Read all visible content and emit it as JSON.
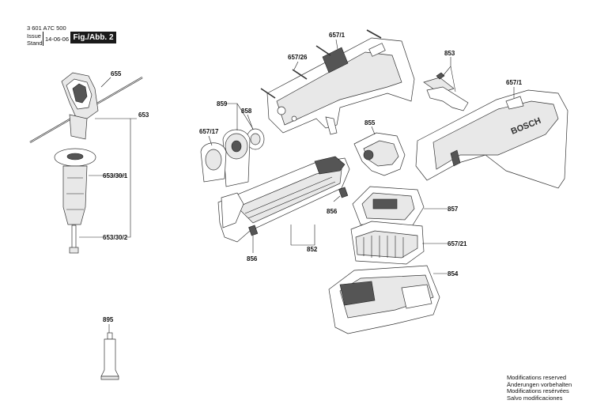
{
  "header": {
    "doc_number": "3 601 A7C 500",
    "issue_label": "Issue",
    "stand_label": "Stand",
    "date": "14-06-06",
    "figure_tag": "Fig./Abb. 2"
  },
  "parts": {
    "p655": "655",
    "p653": "653",
    "p653_30_1": "653/30/1",
    "p653_30_2": "653/30/2",
    "p895": "895",
    "p657_1_top": "657/1",
    "p657_26": "657/26",
    "p859": "859",
    "p858": "858",
    "p657_17": "657/17",
    "p855": "855",
    "p853": "853",
    "p657_1_right": "657/1",
    "p856_a": "856",
    "p856_b": "856",
    "p852": "852",
    "p857": "857",
    "p657_21": "657/21",
    "p854": "854"
  },
  "brand_mark": "BOSCH",
  "notes": [
    "Modifications reserved",
    "Änderungen vorbehalten",
    "Modifications resérvées",
    "Salvo modificaciones"
  ]
}
